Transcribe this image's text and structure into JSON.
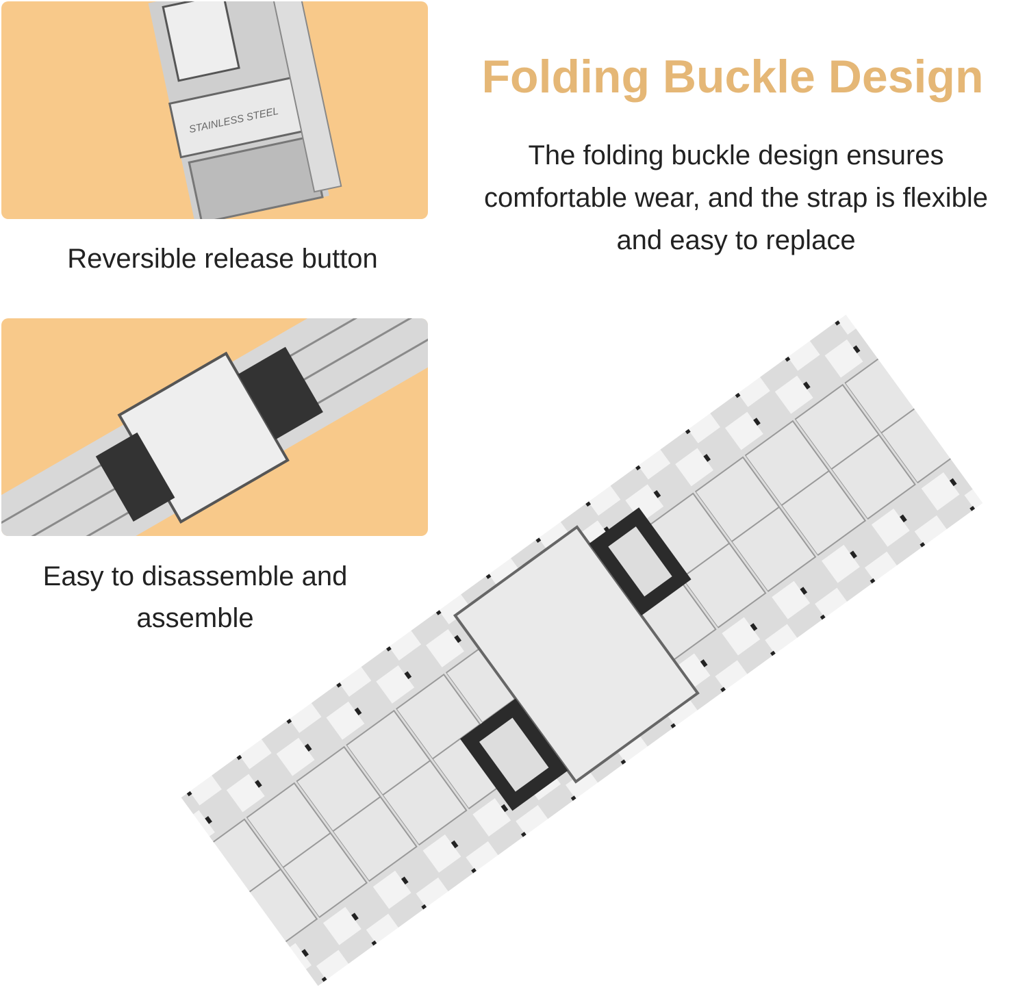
{
  "title": "Folding Buckle Design",
  "description": "The folding buckle design ensures comfortable wear, and the strap is flexible and easy to replace",
  "features": [
    {
      "caption": "Reversible release button",
      "engraving": "STAINLESS STEEL"
    },
    {
      "caption": "Easy to disassemble and assemble"
    }
  ],
  "colors": {
    "accent": "#e5b776",
    "panel": "#f8c98a",
    "steel": "#d9d9d9"
  }
}
